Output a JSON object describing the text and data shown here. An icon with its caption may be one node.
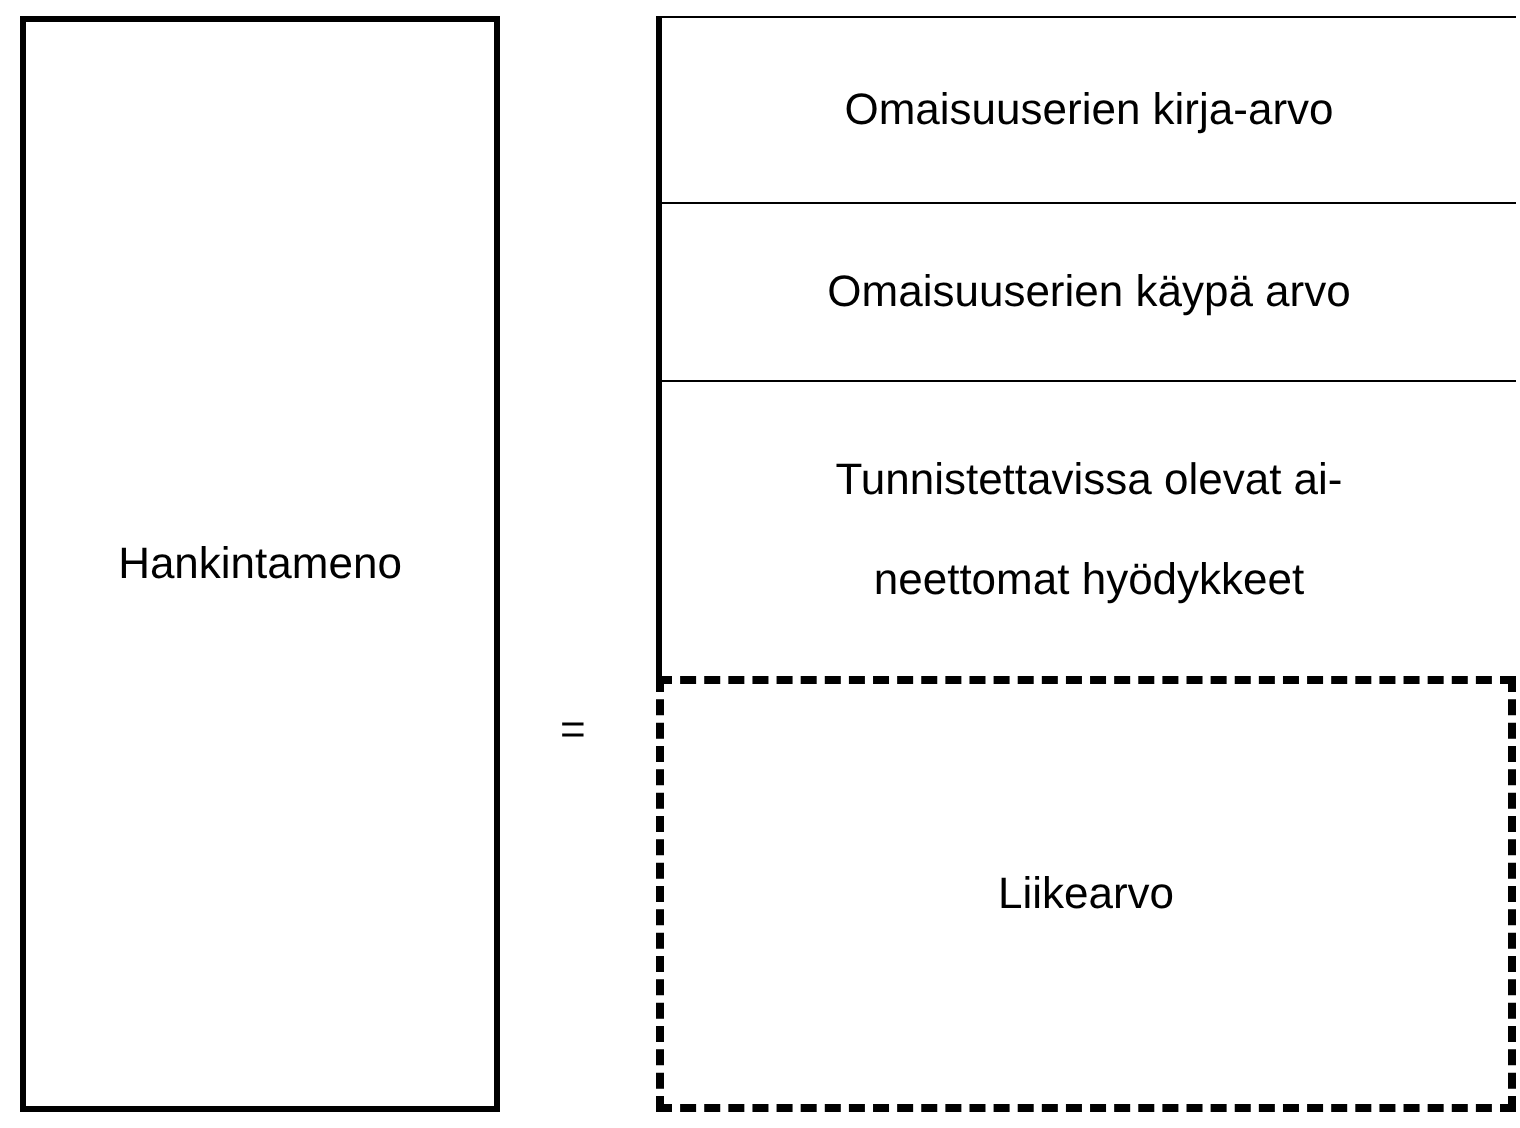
{
  "diagram": {
    "nodes": [
      {
        "text": [
          "Hankintameno"
        ]
      },
      {
        "text": [
          "Omaisuuserien kirja-arvo"
        ]
      },
      {
        "text": [
          "Omaisuuserien käypä arvo"
        ]
      },
      {
        "text": [
          "Tunnistettavissa olevat ai- neettomat hyödykkeet"
        ]
      },
      {
        "text": [
          "Liikearvo"
        ]
      }
    ],
    "labels": [
      "="
    ]
  }
}
